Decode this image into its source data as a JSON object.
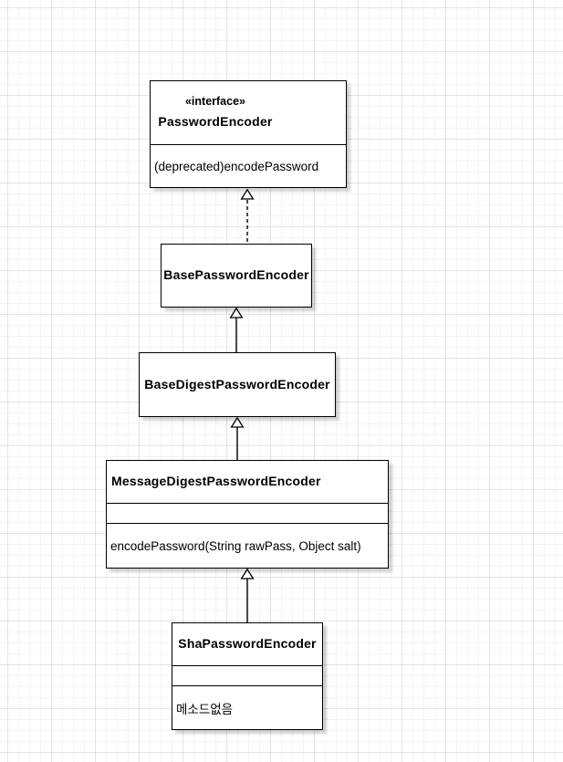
{
  "diagram_type": "uml-class-diagram",
  "colors": {
    "box_fill": "#ffffff",
    "box_border": "#000000",
    "text": "#000000",
    "grid_line_minor": "#efeff2",
    "grid_line_major": "#e6e6ea",
    "shadow": "rgba(0,0,0,0.18)"
  },
  "classes": [
    {
      "stereotype": "«interface»",
      "name": "PasswordEncoder",
      "members": [
        "(deprecated)encodePassword"
      ]
    },
    {
      "name": "BasePasswordEncoder"
    },
    {
      "name": "BaseDigestPasswordEncoder"
    },
    {
      "name": "MessageDigestPasswordEncoder",
      "members": [
        "encodePassword(String rawPass, Object salt)"
      ]
    },
    {
      "name": "ShaPasswordEncoder",
      "members": [
        "메소드없음"
      ]
    }
  ],
  "relations": [
    {
      "from": "BasePasswordEncoder",
      "to": "PasswordEncoder",
      "type": "realization",
      "line": "dashed",
      "arrowhead": "hollow-triangle"
    },
    {
      "from": "BaseDigestPasswordEncoder",
      "to": "BasePasswordEncoder",
      "type": "generalization",
      "line": "solid",
      "arrowhead": "hollow-triangle"
    },
    {
      "from": "MessageDigestPasswordEncoder",
      "to": "BaseDigestPasswordEncoder",
      "type": "generalization",
      "line": "solid",
      "arrowhead": "hollow-triangle"
    },
    {
      "from": "ShaPasswordEncoder",
      "to": "MessageDigestPasswordEncoder",
      "type": "generalization",
      "line": "solid",
      "arrowhead": "hollow-triangle"
    }
  ]
}
